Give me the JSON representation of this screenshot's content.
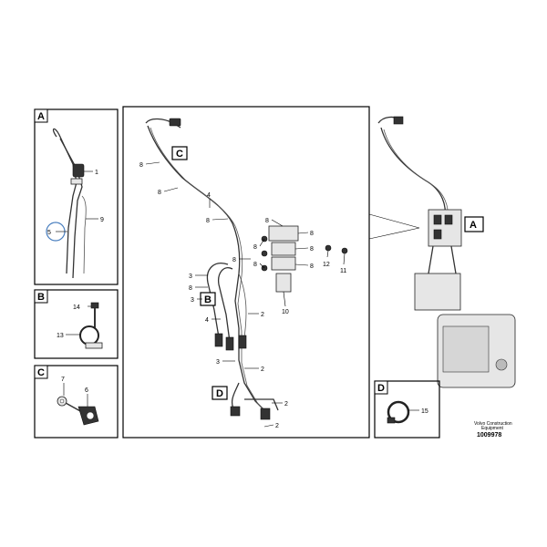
{
  "panels": {
    "A": {
      "tag": "A",
      "labels": [
        "1",
        "9",
        "5"
      ]
    },
    "B": {
      "tag": "B",
      "labels": [
        "14",
        "13"
      ]
    },
    "C": {
      "tag": "C",
      "labels": [
        "7",
        "6"
      ]
    },
    "main": {
      "tag_c": "C",
      "tag_b": "B",
      "tag_d": "D",
      "labels": [
        "8",
        "8",
        "4",
        "8",
        "8",
        "8",
        "8",
        "8",
        "8",
        "8",
        "8",
        "12",
        "11",
        "3",
        "8",
        "3",
        "10",
        "4",
        "2",
        "3",
        "2",
        "2",
        "2"
      ]
    },
    "overview": {
      "tag_a": "A"
    },
    "D": {
      "tag": "D",
      "labels": [
        "15"
      ]
    }
  },
  "footer": {
    "caption_line1": "Volvo Construction",
    "caption_line2": "Equipment",
    "doc_number": "1009978"
  }
}
